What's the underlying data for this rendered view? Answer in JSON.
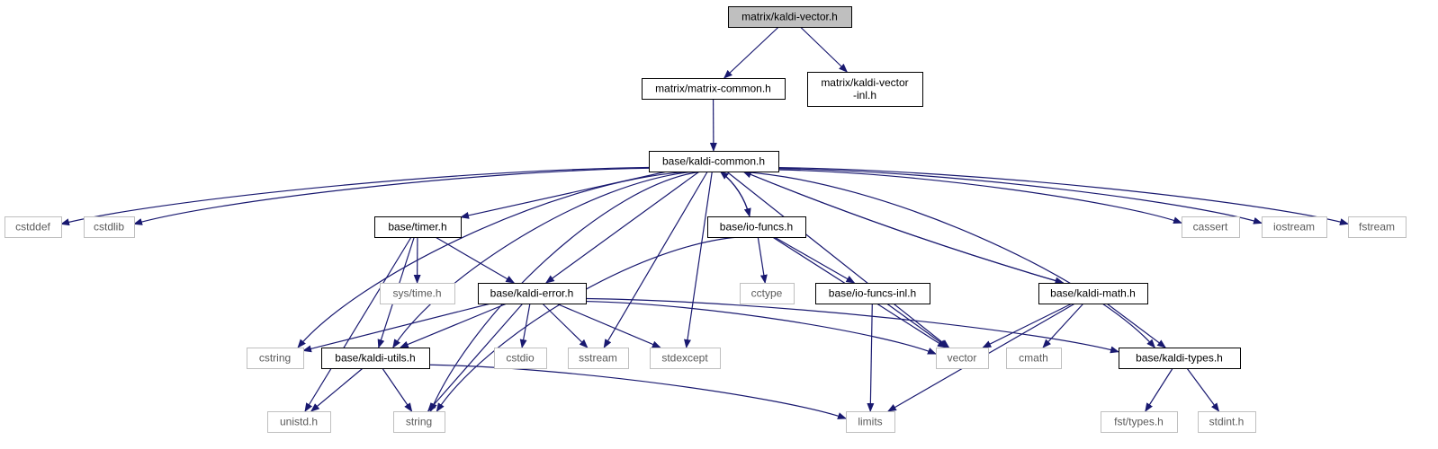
{
  "colors": {
    "edge": "#191970",
    "internal_border": "#000000",
    "external_border": "#bfbfbf",
    "root_fill": "#bfbfbf"
  },
  "nodes": {
    "kaldi_vector": {
      "label": "matrix/kaldi-vector.h",
      "kind": "root"
    },
    "matrix_common": {
      "label": "matrix/matrix-common.h",
      "kind": "internal"
    },
    "kaldi_vector_inl": {
      "label": [
        "matrix/kaldi-vector",
        "-inl.h"
      ],
      "kind": "internal"
    },
    "kaldi_common": {
      "label": "base/kaldi-common.h",
      "kind": "internal"
    },
    "cstddef": {
      "label": "cstddef",
      "kind": "external"
    },
    "cstdlib": {
      "label": "cstdlib",
      "kind": "external"
    },
    "timer": {
      "label": "base/timer.h",
      "kind": "internal"
    },
    "io_funcs": {
      "label": "base/io-funcs.h",
      "kind": "internal"
    },
    "cassert": {
      "label": "cassert",
      "kind": "external"
    },
    "iostream": {
      "label": "iostream",
      "kind": "external"
    },
    "fstream": {
      "label": "fstream",
      "kind": "external"
    },
    "sys_time": {
      "label": "sys/time.h",
      "kind": "external"
    },
    "kaldi_error": {
      "label": "base/kaldi-error.h",
      "kind": "internal"
    },
    "cctype": {
      "label": "cctype",
      "kind": "external"
    },
    "io_funcs_inl": {
      "label": "base/io-funcs-inl.h",
      "kind": "internal"
    },
    "kaldi_math": {
      "label": "base/kaldi-math.h",
      "kind": "internal"
    },
    "cstring": {
      "label": "cstring",
      "kind": "external"
    },
    "kaldi_utils": {
      "label": "base/kaldi-utils.h",
      "kind": "internal"
    },
    "cstdio": {
      "label": "cstdio",
      "kind": "external"
    },
    "sstream": {
      "label": "sstream",
      "kind": "external"
    },
    "stdexcept": {
      "label": "stdexcept",
      "kind": "external"
    },
    "vector": {
      "label": "vector",
      "kind": "external"
    },
    "cmath": {
      "label": "cmath",
      "kind": "external"
    },
    "kaldi_types": {
      "label": "base/kaldi-types.h",
      "kind": "internal"
    },
    "unistd": {
      "label": "unistd.h",
      "kind": "external"
    },
    "string": {
      "label": "string",
      "kind": "external"
    },
    "limits": {
      "label": "limits",
      "kind": "external"
    },
    "fst_types": {
      "label": "fst/types.h",
      "kind": "external"
    },
    "stdint": {
      "label": "stdint.h",
      "kind": "external"
    }
  },
  "edges": [
    [
      "kaldi_vector",
      "matrix_common"
    ],
    [
      "kaldi_vector",
      "kaldi_vector_inl"
    ],
    [
      "matrix_common",
      "kaldi_common"
    ],
    [
      "kaldi_common",
      "cstddef"
    ],
    [
      "kaldi_common",
      "cstdlib"
    ],
    [
      "kaldi_common",
      "string"
    ],
    [
      "kaldi_common",
      "cstring"
    ],
    [
      "kaldi_common",
      "kaldi_utils"
    ],
    [
      "kaldi_common",
      "timer"
    ],
    [
      "kaldi_common",
      "kaldi_error"
    ],
    [
      "kaldi_common",
      "sstream"
    ],
    [
      "kaldi_common",
      "stdexcept"
    ],
    [
      "kaldi_common",
      "io_funcs"
    ],
    [
      "kaldi_common",
      "vector"
    ],
    [
      "kaldi_common",
      "kaldi_math"
    ],
    [
      "kaldi_common",
      "kaldi_types"
    ],
    [
      "kaldi_common",
      "cassert"
    ],
    [
      "kaldi_common",
      "iostream"
    ],
    [
      "kaldi_common",
      "fstream"
    ],
    [
      "io_funcs",
      "kaldi_common"
    ],
    [
      "kaldi_math",
      "kaldi_common"
    ],
    [
      "timer",
      "sys_time"
    ],
    [
      "timer",
      "kaldi_error"
    ],
    [
      "timer",
      "kaldi_utils"
    ],
    [
      "timer",
      "unistd"
    ],
    [
      "io_funcs",
      "cctype"
    ],
    [
      "io_funcs",
      "io_funcs_inl"
    ],
    [
      "io_funcs",
      "string"
    ],
    [
      "io_funcs",
      "vector"
    ],
    [
      "kaldi_error",
      "cstring"
    ],
    [
      "kaldi_error",
      "kaldi_utils"
    ],
    [
      "kaldi_error",
      "string"
    ],
    [
      "kaldi_error",
      "cstdio"
    ],
    [
      "kaldi_error",
      "sstream"
    ],
    [
      "kaldi_error",
      "stdexcept"
    ],
    [
      "kaldi_error",
      "vector"
    ],
    [
      "kaldi_error",
      "kaldi_types"
    ],
    [
      "io_funcs_inl",
      "limits"
    ],
    [
      "io_funcs_inl",
      "vector"
    ],
    [
      "kaldi_math",
      "vector"
    ],
    [
      "kaldi_math",
      "cmath"
    ],
    [
      "kaldi_math",
      "kaldi_types"
    ],
    [
      "kaldi_math",
      "limits"
    ],
    [
      "kaldi_utils",
      "unistd"
    ],
    [
      "kaldi_utils",
      "string"
    ],
    [
      "kaldi_utils",
      "limits"
    ],
    [
      "kaldi_types",
      "fst_types"
    ],
    [
      "kaldi_types",
      "stdint"
    ]
  ]
}
